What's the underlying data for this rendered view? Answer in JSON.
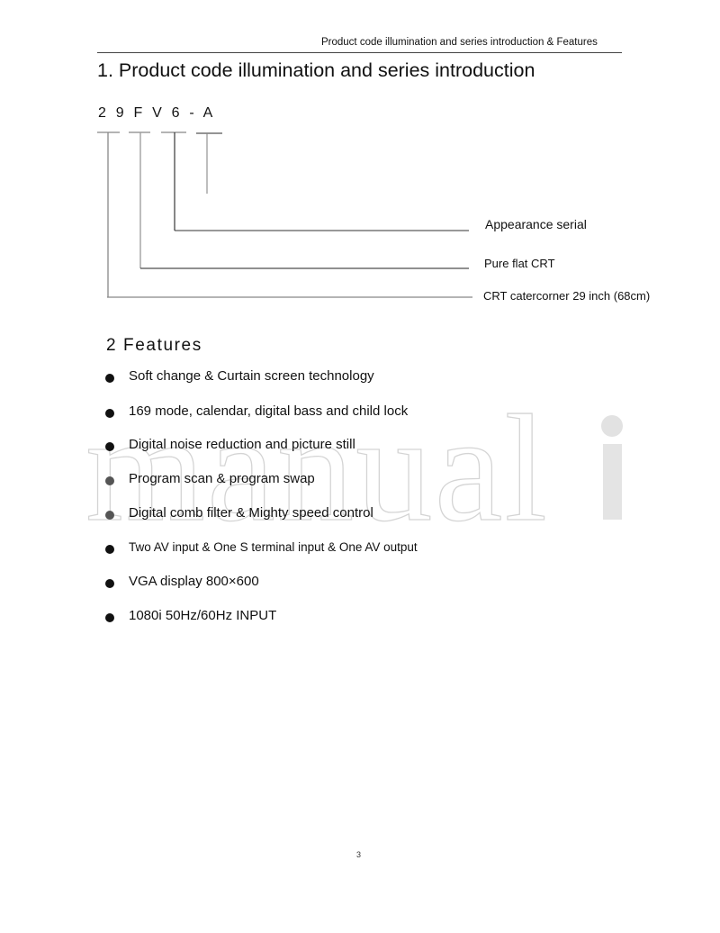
{
  "header": {
    "running_title": "Product code illumination and series introduction & Features"
  },
  "section1": {
    "title": "1. Product code illumination and series introduction",
    "product_code": "29FV6-A",
    "product_code_display": "2 9 F V 6 - A",
    "code_segments": [
      {
        "segment": "29",
        "meaning": "CRT catercorner 29 inch (68cm)"
      },
      {
        "segment": "F",
        "meaning": "Pure flat CRT"
      },
      {
        "segment": "V6",
        "meaning": "Appearance serial"
      },
      {
        "segment": "A",
        "meaning": ""
      }
    ],
    "labels": {
      "appearance": "Appearance serial",
      "pure_flat": "Pure flat CRT",
      "catercorner": "CRT catercorner 29 inch (68cm)"
    }
  },
  "section2": {
    "title": "2 Features",
    "features": [
      "Soft change & Curtain screen technology",
      "169 mode, calendar, digital bass and child lock",
      "Digital noise reduction and picture still",
      "Program scan & program swap",
      "Digital comb filter & Mighty speed control",
      "Two AV input & One S terminal input & One AV output",
      "VGA display 800×600",
      "1080i 50Hz/60Hz INPUT"
    ]
  },
  "watermark": {
    "text": "manuali",
    "color": "#d8d8d8"
  },
  "footer": {
    "page_number": "3"
  }
}
